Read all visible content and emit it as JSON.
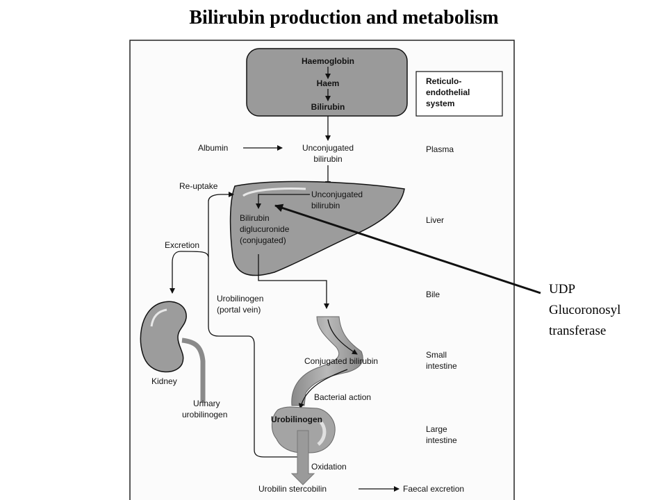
{
  "title": "Bilirubin production and metabolism",
  "re_box": {
    "l1": "Haemoglobin",
    "l2": "Haem",
    "l3": "Bilirubin"
  },
  "legend": {
    "l1": "Reticulo-",
    "l2": "endothelial",
    "l3": "system"
  },
  "plasma": {
    "albumin": "Albumin",
    "unconj_1": "Unconjugated",
    "unconj_2": "bilirubin"
  },
  "liver": {
    "unconj_1": "Unconjugated",
    "unconj_2": "bilirubin",
    "conj_1": "Bilirubin",
    "conj_2": "diglucuronide",
    "conj_3": "(conjugated)"
  },
  "reuptake": "Re-uptake",
  "excretion": "Excretion",
  "portal": {
    "l1": "Urobilinogen",
    "l2": "(portal vein)"
  },
  "kidney": "Kidney",
  "urinary": {
    "l1": "Urinary",
    "l2": "urobilinogen"
  },
  "intestine": {
    "conjugated": "Conjugated bilirubin",
    "bacterial": "Bacterial action",
    "urobilinogen": "Urobilinogen",
    "oxidation": "Oxidation",
    "stercobilin": "Urobilin stercobilin",
    "faecal": "Faecal excretion"
  },
  "sides": {
    "plasma": "Plasma",
    "liver": "Liver",
    "bile": "Bile",
    "small_1": "Small",
    "small_2": "intestine",
    "large_1": "Large",
    "large_2": "intestine"
  },
  "enzyme": {
    "l1": "UDP",
    "l2": "Glucoronosyl",
    "l3": "transferase"
  }
}
